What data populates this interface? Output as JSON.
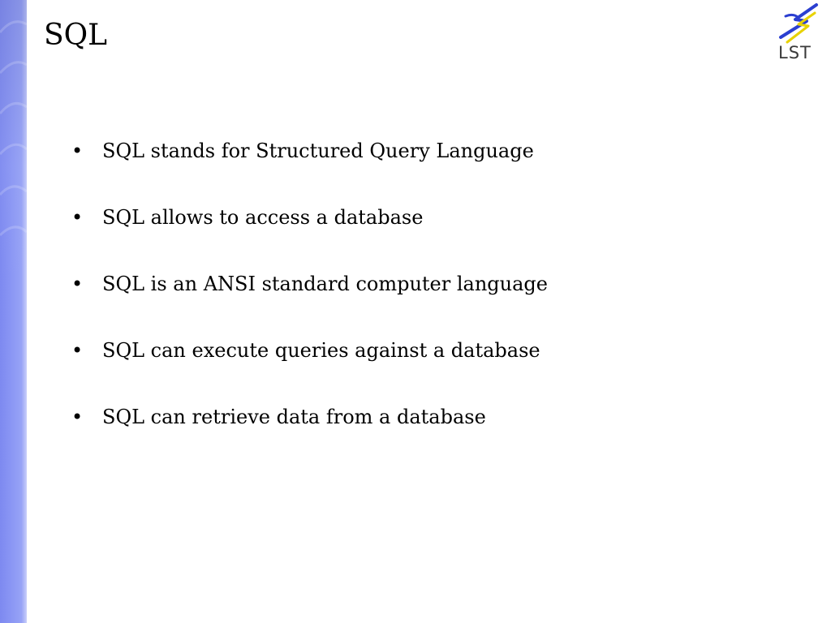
{
  "slide": {
    "title": "SQL",
    "logo": {
      "text": "LST",
      "icon": "lightning-s-icon",
      "colors": {
        "blue": "#2b3fd0",
        "yellow": "#e8d200"
      }
    },
    "bullet_symbol": "•",
    "bullets": [
      "SQL stands for Structured Query Language",
      "SQL allows to access a database",
      "SQL is an ANSI standard computer language",
      "SQL can execute queries against a database",
      "SQL can retrieve data from a database"
    ],
    "accent_color": "#8a96f4"
  }
}
